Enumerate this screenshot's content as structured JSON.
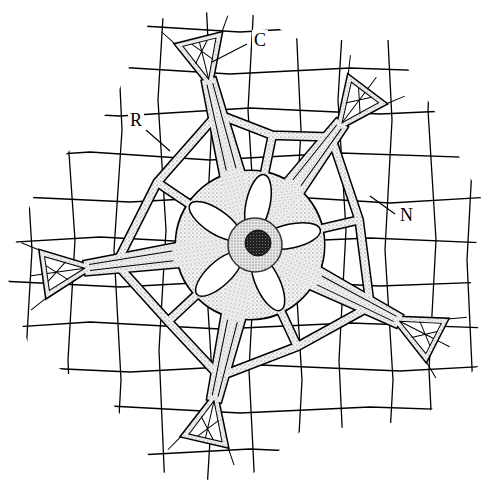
{
  "diagram": {
    "labels": [
      "C",
      "R",
      "N"
    ]
  }
}
